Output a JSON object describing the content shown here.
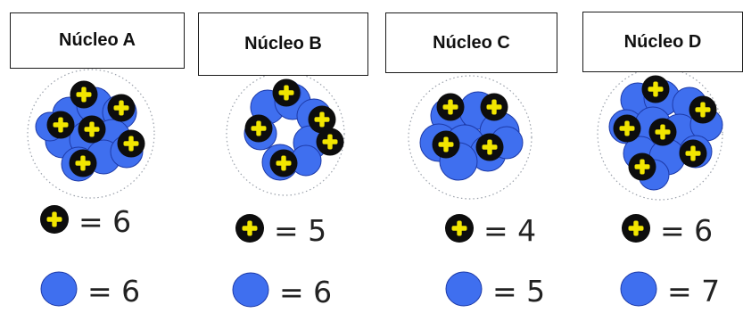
{
  "colors": {
    "proton_fill": "#0d0d0d",
    "proton_plus": "#f2e600",
    "neutron_fill": "#3f6fef",
    "neutron_stroke": "#1d3aa8",
    "halo": "#9aa0aa"
  },
  "icons": {
    "proton": "black-circle-yellow-plus",
    "neutron": "blue-circle"
  },
  "nuclei": [
    {
      "title": "Núcleo A",
      "proton_text": "= 6",
      "neutron_text": "= 6",
      "protons": 6,
      "neutrons": 6
    },
    {
      "title": "Núcleo B",
      "proton_text": "= 5",
      "neutron_text": "= 6",
      "protons": 5,
      "neutrons": 6
    },
    {
      "title": "Núcleo C",
      "proton_text": "= 4",
      "neutron_text": "= 5",
      "protons": 4,
      "neutrons": 5
    },
    {
      "title": "Núcleo D",
      "proton_text": "= 6",
      "neutron_text": "= 7",
      "protons": 6,
      "neutrons": 7
    }
  ]
}
